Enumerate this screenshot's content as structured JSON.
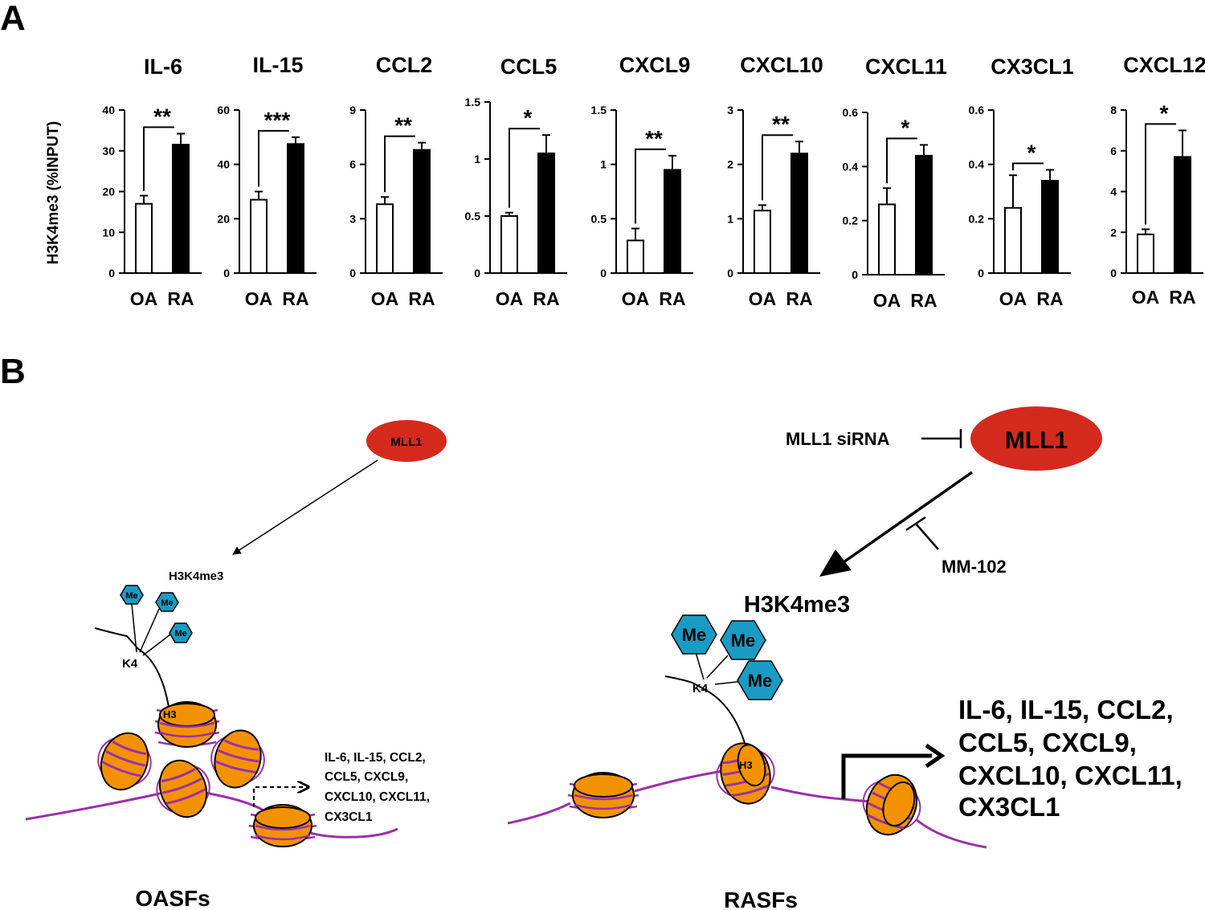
{
  "panel_a": {
    "label": "A",
    "ylabel": "H3K4me3 (%INPUT)",
    "category_labels": [
      "OA",
      "RA"
    ]
  },
  "chart_data": [
    {
      "type": "bar",
      "title": "IL-6",
      "categories": [
        "OA",
        "RA"
      ],
      "values": [
        17,
        31.5
      ],
      "errors": [
        2,
        2.7
      ],
      "ylim": [
        0,
        40
      ],
      "yticks": [
        "0",
        "10",
        "20",
        "30",
        "40"
      ],
      "significance": "**",
      "colors": [
        "#ffffff",
        "#000000"
      ]
    },
    {
      "type": "bar",
      "title": "IL-15",
      "categories": [
        "OA",
        "RA"
      ],
      "values": [
        27,
        47.5
      ],
      "errors": [
        3,
        2.5
      ],
      "ylim": [
        0,
        60
      ],
      "yticks": [
        "0",
        "20",
        "40",
        "60"
      ],
      "significance": "***",
      "colors": [
        "#ffffff",
        "#000000"
      ]
    },
    {
      "type": "bar",
      "title": "CCL2",
      "categories": [
        "OA",
        "RA"
      ],
      "values": [
        3.8,
        6.8
      ],
      "errors": [
        0.4,
        0.4
      ],
      "ylim": [
        0,
        9
      ],
      "yticks": [
        "0",
        "3",
        "6",
        "9"
      ],
      "significance": "**",
      "colors": [
        "#ffffff",
        "#000000"
      ]
    },
    {
      "type": "bar",
      "title": "CCL5",
      "categories": [
        "OA",
        "RA"
      ],
      "values": [
        0.5,
        1.05
      ],
      "errors": [
        0.03,
        0.16
      ],
      "ylim": [
        0,
        1.5
      ],
      "yticks": [
        "0",
        "0.5",
        "1",
        "1.5"
      ],
      "significance": "*",
      "colors": [
        "#ffffff",
        "#000000"
      ]
    },
    {
      "type": "bar",
      "title": "CXCL9",
      "categories": [
        "OA",
        "RA"
      ],
      "values": [
        0.3,
        0.95
      ],
      "errors": [
        0.11,
        0.13
      ],
      "ylim": [
        0,
        1.5
      ],
      "yticks": [
        "0",
        "0.5",
        "1",
        "1.5"
      ],
      "significance": "**",
      "colors": [
        "#ffffff",
        "#000000"
      ]
    },
    {
      "type": "bar",
      "title": "CXCL10",
      "categories": [
        "OA",
        "RA"
      ],
      "values": [
        1.15,
        2.2
      ],
      "errors": [
        0.1,
        0.22
      ],
      "ylim": [
        0,
        3
      ],
      "yticks": [
        "0",
        "1",
        "2",
        "3"
      ],
      "significance": "**",
      "colors": [
        "#ffffff",
        "#000000"
      ]
    },
    {
      "type": "bar",
      "title": "CXCL11",
      "categories": [
        "OA",
        "RA"
      ],
      "values": [
        0.26,
        0.44
      ],
      "errors": [
        0.06,
        0.04
      ],
      "ylim": [
        0,
        0.6
      ],
      "yticks": [
        "0",
        "0.2",
        "0.4",
        "0.6"
      ],
      "significance": "*",
      "colors": [
        "#ffffff",
        "#000000"
      ]
    },
    {
      "type": "bar",
      "title": "CX3CL1",
      "categories": [
        "OA",
        "RA"
      ],
      "values": [
        0.24,
        0.34
      ],
      "errors": [
        0.12,
        0.04
      ],
      "ylim": [
        0,
        0.6
      ],
      "yticks": [
        "0",
        "0.2",
        "0.4",
        "0.6"
      ],
      "significance": "*",
      "colors": [
        "#ffffff",
        "#000000"
      ]
    },
    {
      "type": "bar",
      "title": "CXCL12",
      "categories": [
        "OA",
        "RA"
      ],
      "values": [
        1.9,
        5.7
      ],
      "errors": [
        0.25,
        1.3
      ],
      "ylim": [
        0,
        8
      ],
      "yticks": [
        "0",
        "2",
        "4",
        "6",
        "8"
      ],
      "significance": "*",
      "colors": [
        "#ffffff",
        "#000000"
      ]
    }
  ],
  "panel_b": {
    "label": "B",
    "oasf": {
      "enzyme": "MLL1",
      "mark": "H3K4me3",
      "residue": "K4",
      "histone": "H3",
      "methyl": "Me",
      "genes": [
        "IL-6, IL-15, CCL2,",
        "CCL5, CXCL9,",
        "CXCL10, CXCL11,",
        "CX3CL1"
      ],
      "caption": "OASFs"
    },
    "rasf": {
      "enzyme": "MLL1",
      "sirna": "MLL1 siRNA",
      "inhibitor": "MM-102",
      "mark": "H3K4me3",
      "residue": "K4",
      "histone": "H3",
      "methyl": "Me",
      "genes": [
        "IL-6, IL-15, CCL2,",
        "CCL5, CXCL9,",
        "CXCL10, CXCL11,",
        "CX3CL1"
      ],
      "caption": "RASFs"
    },
    "colors": {
      "enzyme": "#d42a1e",
      "methyl": "#1a9bc4",
      "nucleosome": "#f39200",
      "dna": "#9b30a8"
    }
  }
}
